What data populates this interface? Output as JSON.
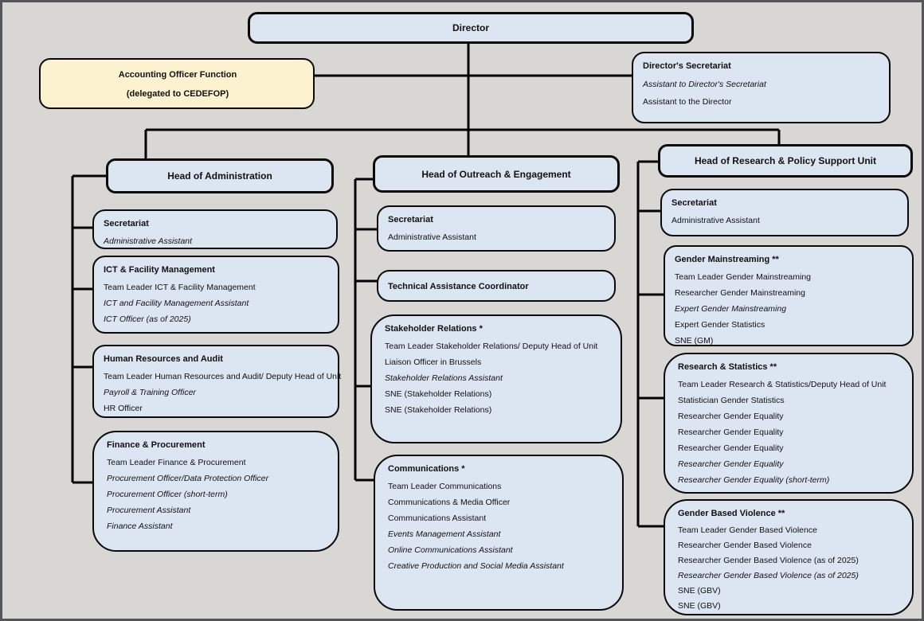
{
  "colors": {
    "background": "#d8d7d3",
    "unit_fill": "#dce6f2",
    "accent_fill": "#fcf2cf",
    "line": "#000000",
    "frame": "#55565a"
  },
  "director": {
    "label": "Director"
  },
  "accounting_officer": {
    "line1": "Accounting Officer Function",
    "line2": "(delegated to CEDEFOP)"
  },
  "directors_secretariat": {
    "title": "Director's Secretariat",
    "members": [
      {
        "text": "Assistant to Director's Secretariat",
        "style": "italic"
      },
      {
        "text": "Assistant to the Director",
        "style": "normal"
      }
    ]
  },
  "branches": [
    {
      "head": "Head of Administration",
      "units": [
        {
          "title": "Secretariat",
          "members": [
            {
              "text": "Administrative Assistant",
              "style": "italic"
            }
          ]
        },
        {
          "title": "ICT & Facility Management",
          "members": [
            {
              "text": "Team Leader ICT & Facility Management",
              "style": "normal"
            },
            {
              "text": "ICT and Facility Management Assistant",
              "style": "italic"
            },
            {
              "text": "ICT Officer (as of 2025)",
              "style": "italic"
            }
          ]
        },
        {
          "title": "Human Resources and Audit",
          "members": [
            {
              "text": "Team Leader Human Resources and Audit/ Deputy Head of Unit",
              "style": "normal"
            },
            {
              "text": "Payroll & Training Officer",
              "style": "italic"
            },
            {
              "text": "HR Officer",
              "style": "normal"
            }
          ]
        },
        {
          "title": "Finance & Procurement",
          "members": [
            {
              "text": "Team Leader Finance & Procurement",
              "style": "normal"
            },
            {
              "text": "Procurement Officer/Data Protection Officer",
              "style": "italic"
            },
            {
              "text": "Procurement Officer (short-term)",
              "style": "italic"
            },
            {
              "text": "Procurement Assistant",
              "style": "italic"
            },
            {
              "text": "Finance Assistant",
              "style": "italic"
            }
          ]
        }
      ]
    },
    {
      "head": "Head of Outreach & Engagement",
      "units": [
        {
          "title": "Secretariat",
          "members": [
            {
              "text": "Administrative Assistant",
              "style": "normal"
            }
          ]
        },
        {
          "title": "Technical Assistance Coordinator",
          "members": []
        },
        {
          "title": "Stakeholder Relations *",
          "members": [
            {
              "text": "Team Leader Stakeholder Relations/ Deputy Head of Unit",
              "style": "normal"
            },
            {
              "text": "Liaison Officer in Brussels",
              "style": "normal"
            },
            {
              "text": "Stakeholder Relations Assistant",
              "style": "italic"
            },
            {
              "text": "SNE (Stakeholder Relations)",
              "style": "normal"
            },
            {
              "text": "SNE (Stakeholder Relations)",
              "style": "normal"
            }
          ]
        },
        {
          "title": "Communications *",
          "members": [
            {
              "text": "Team Leader Communications",
              "style": "normal"
            },
            {
              "text": "Communications & Media Officer",
              "style": "normal"
            },
            {
              "text": "Communications Assistant",
              "style": "normal"
            },
            {
              "text": "Events Management Assistant",
              "style": "italic"
            },
            {
              "text": "Online Communications Assistant",
              "style": "italic"
            },
            {
              "text": "Creative Production and Social Media Assistant",
              "style": "italic"
            }
          ]
        }
      ]
    },
    {
      "head": "Head of Research & Policy Support Unit",
      "units": [
        {
          "title": "Secretariat",
          "members": [
            {
              "text": "Administrative Assistant",
              "style": "normal"
            }
          ]
        },
        {
          "title": "Gender Mainstreaming **",
          "members": [
            {
              "text": "Team Leader Gender Mainstreaming",
              "style": "normal"
            },
            {
              "text": "Researcher Gender Mainstreaming",
              "style": "normal"
            },
            {
              "text": "Expert Gender Mainstreaming",
              "style": "italic"
            },
            {
              "text": "Expert Gender Statistics",
              "style": "normal"
            },
            {
              "text": "SNE (GM)",
              "style": "normal"
            }
          ]
        },
        {
          "title": "Research & Statistics **",
          "members": [
            {
              "text": "Team Leader Research & Statistics/Deputy Head of Unit",
              "style": "normal"
            },
            {
              "text": "Statistician Gender Statistics",
              "style": "normal"
            },
            {
              "text": "Researcher Gender Equality",
              "style": "normal"
            },
            {
              "text": "Researcher Gender Equality",
              "style": "normal"
            },
            {
              "text": "Researcher Gender Equality",
              "style": "normal"
            },
            {
              "text": "Researcher Gender Equality",
              "style": "italic"
            },
            {
              "text": "Researcher Gender Equality (short-term)",
              "style": "italic"
            }
          ]
        },
        {
          "title": "Gender Based Violence **",
          "members": [
            {
              "text": "Team Leader Gender Based Violence",
              "style": "normal"
            },
            {
              "text": "Researcher Gender Based Violence",
              "style": "normal"
            },
            {
              "text": "Researcher Gender Based Violence (as of 2025)",
              "style": "normal"
            },
            {
              "text": "Researcher Gender Based Violence (as of 2025)",
              "style": "italic"
            },
            {
              "text": "SNE (GBV)",
              "style": "normal"
            },
            {
              "text": "SNE (GBV)",
              "style": "normal"
            }
          ]
        }
      ]
    }
  ]
}
